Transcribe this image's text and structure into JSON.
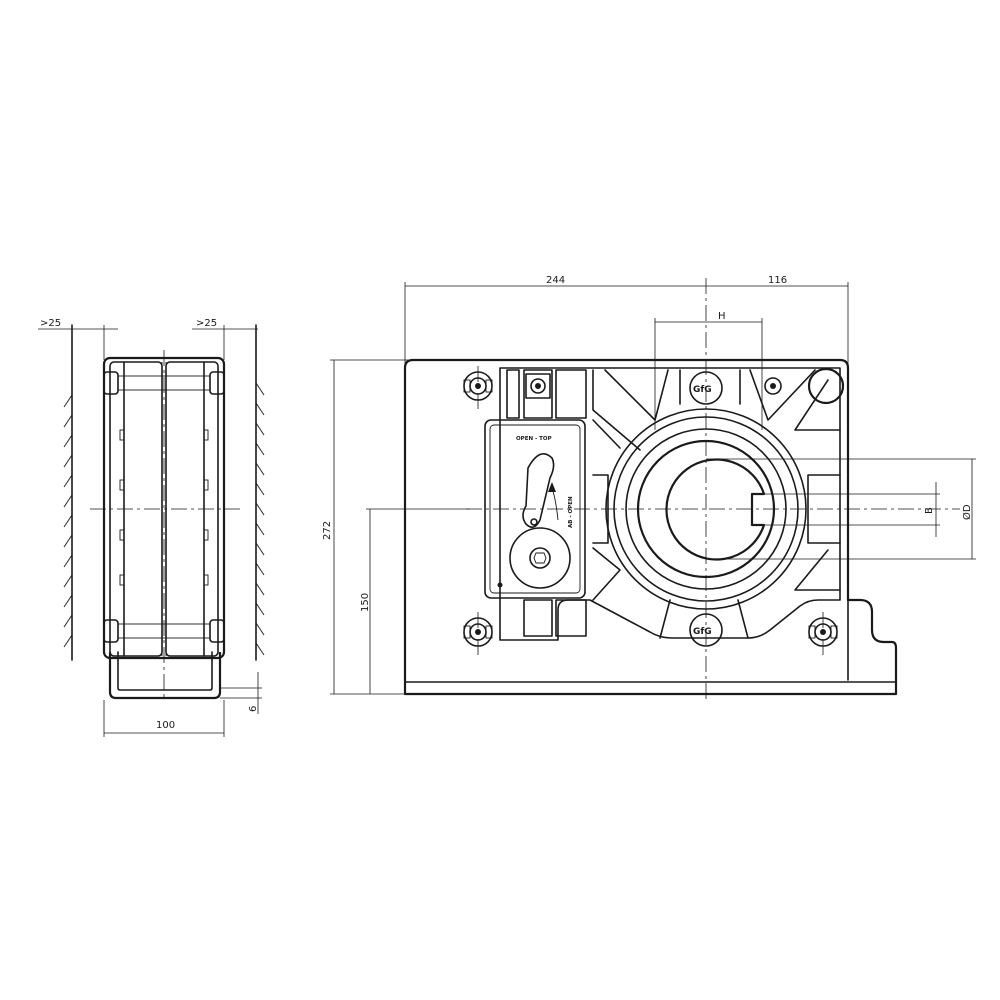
{
  "dimensions": {
    "gap_left": ">25",
    "gap_right": ">25",
    "depth": "100",
    "thickness": "6",
    "total_height": "272",
    "axis_height": "150",
    "width_left": "244",
    "width_right": "116",
    "hub_h": "H",
    "bore_b": "B",
    "bore_d": "ØD"
  },
  "panel": {
    "label_top": "OPEN - TOP",
    "label_side": "AB - OPEN"
  },
  "logo": {
    "text": "GfG"
  }
}
